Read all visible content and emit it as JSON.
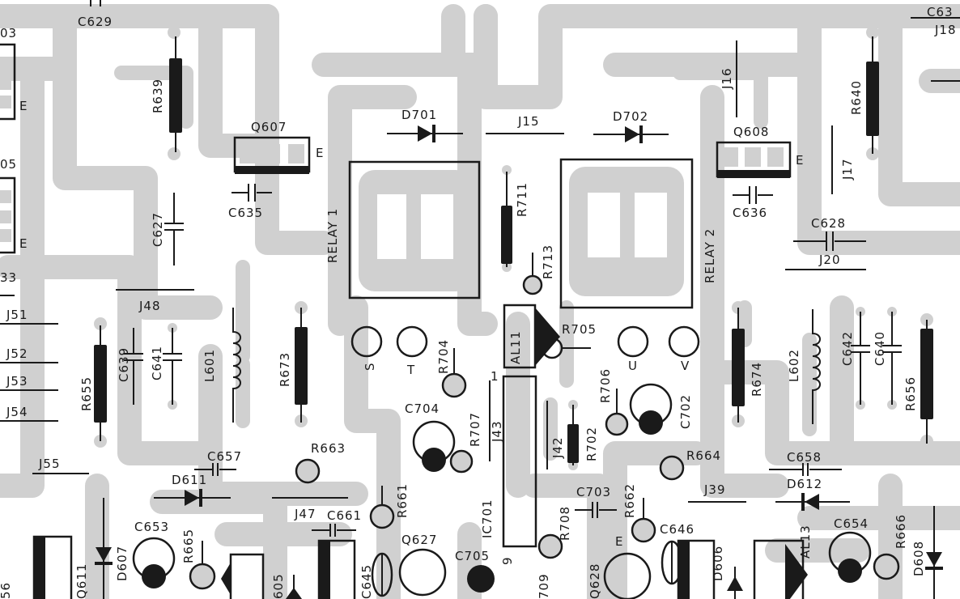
{
  "diagram": {
    "labels": {
      "c629": "C629",
      "c63_partial": "C63",
      "j18_partial": "J18",
      "ic_03_partial": "03",
      "ic_05_partial": "05",
      "e_left_1": "E",
      "e_left_2": "E",
      "r639": "R639",
      "q607": "Q607",
      "e_q607": "E",
      "d701": "D701",
      "j15": "J15",
      "d702": "D702",
      "j16": "J16",
      "r640": "R640",
      "q608": "Q608",
      "e_q608": "E",
      "j17": "J17",
      "c635": "C635",
      "c636": "C636",
      "c627": "C627",
      "c628": "C628",
      "relay1": "RELAY 1",
      "relay2": "RELAY 2",
      "r711": "R711",
      "r713": "R713",
      "j20": "J20",
      "j48": "J48",
      "j33_partial": "33",
      "j51": "J51",
      "j52": "J52",
      "j53": "J53",
      "j54": "J54",
      "j55": "J55",
      "al11": "AL11",
      "r705": "R705",
      "s": "S",
      "t": "T",
      "u": "U",
      "v": "V",
      "c639": "C639",
      "c641": "C641",
      "l601": "L601",
      "r673": "R673",
      "r655": "R655",
      "r704": "R704",
      "c704": "C704",
      "r707": "R707",
      "j43": "J43",
      "j42": "J42",
      "r702": "R702",
      "r706": "R706",
      "c702": "C702",
      "r674": "R674",
      "l602": "L602",
      "c642": "C642",
      "c640": "C640",
      "r656": "R656",
      "c657": "C657",
      "r663": "R663",
      "d611": "D611",
      "r664": "R664",
      "c658": "C658",
      "d612": "D612",
      "j39": "J39",
      "c703": "C703",
      "r662": "R662",
      "r708": "R708",
      "ic701": "IC701",
      "j47": "J47",
      "c661": "C661",
      "r661": "R661",
      "c653": "C653",
      "r665": "R665",
      "d607": "D607",
      "q611": "Q611",
      "q627": "Q627",
      "c645": "C645",
      "c705": "C705",
      "n709": "709",
      "q628": "Q628",
      "e_q628": "E",
      "c646": "C646",
      "d606": "D606",
      "al13": "AL13",
      "c654": "C654",
      "r666": "R666",
      "d608": "D608",
      "pin1": "1",
      "pin9": "9",
      "n605_partial": "605",
      "n56_partial": "56"
    }
  }
}
